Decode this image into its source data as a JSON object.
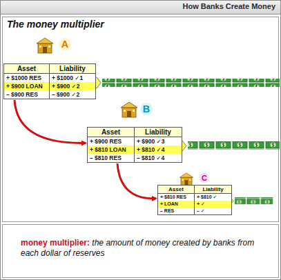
{
  "diagram": {
    "title": "How Banks Create Money",
    "caption": "the amount of money created by banks from each dollar of reserves",
    "nodes": [
      {
        "text": [
          "A",
          "Asset",
          "Liability",
          "+ $1000 RES",
          "+ $1000 ✓1",
          "+ $900 LOAN",
          "+ $900 ✓2",
          "– $900 RES",
          "– $900 ✓2"
        ]
      },
      {
        "text": [
          "B",
          "Asset",
          "Liability",
          "+ $900 RES",
          "+ $900 ✓3",
          "+ $810 LOAN",
          "+ $810 ✓4",
          "– $810 RES",
          "– $810 ✓4"
        ]
      },
      {
        "text": [
          "C",
          "Asset",
          "Liability",
          "+ $810 RES",
          "+ $810 ✓",
          "+ LOAN",
          "+ ✓",
          "– RES",
          "– ✓"
        ]
      }
    ],
    "edges": [
      {
        "from": 0,
        "to": 1,
        "arrow": "to"
      },
      {
        "from": 1,
        "to": 2,
        "arrow": "to"
      }
    ],
    "labels": [
      "The money multiplier",
      "money multiplier:"
    ]
  }
}
